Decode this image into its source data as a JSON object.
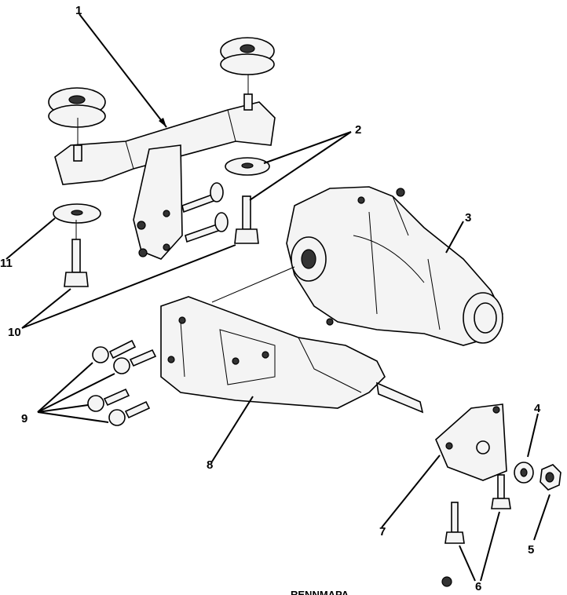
{
  "callouts": [
    {
      "id": "c1",
      "text": "1"
    },
    {
      "id": "c2",
      "text": "2"
    },
    {
      "id": "c3",
      "text": "3"
    },
    {
      "id": "c4",
      "text": "4"
    },
    {
      "id": "c5",
      "text": "5"
    },
    {
      "id": "c6",
      "text": "6"
    },
    {
      "id": "c7",
      "text": "7"
    },
    {
      "id": "c8",
      "text": "8"
    },
    {
      "id": "c9",
      "text": "9"
    },
    {
      "id": "c10",
      "text": "10"
    },
    {
      "id": "c11",
      "text": "11"
    }
  ],
  "footer": {
    "watermark": "RENNMAPA"
  },
  "colors": {
    "ink": "#000000",
    "paper": "#ffffff",
    "fill": "#f4f4f4"
  }
}
